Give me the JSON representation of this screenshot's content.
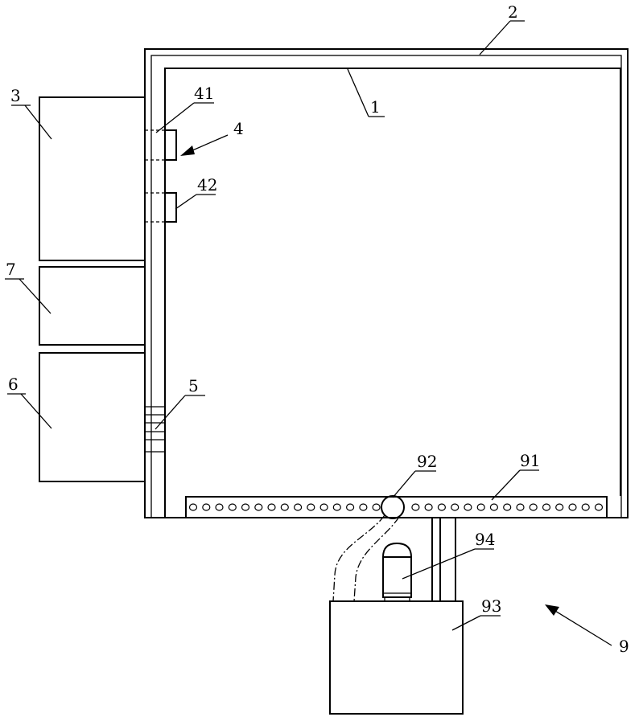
{
  "labels": {
    "l1": "1",
    "l2": "2",
    "l3": "3",
    "l4": "4",
    "l41": "41",
    "l42": "42",
    "l5": "5",
    "l6": "6",
    "l7": "7",
    "l9": "9",
    "l91": "91",
    "l92": "92",
    "l93": "93",
    "l94": "94"
  },
  "bar_holes": 32
}
